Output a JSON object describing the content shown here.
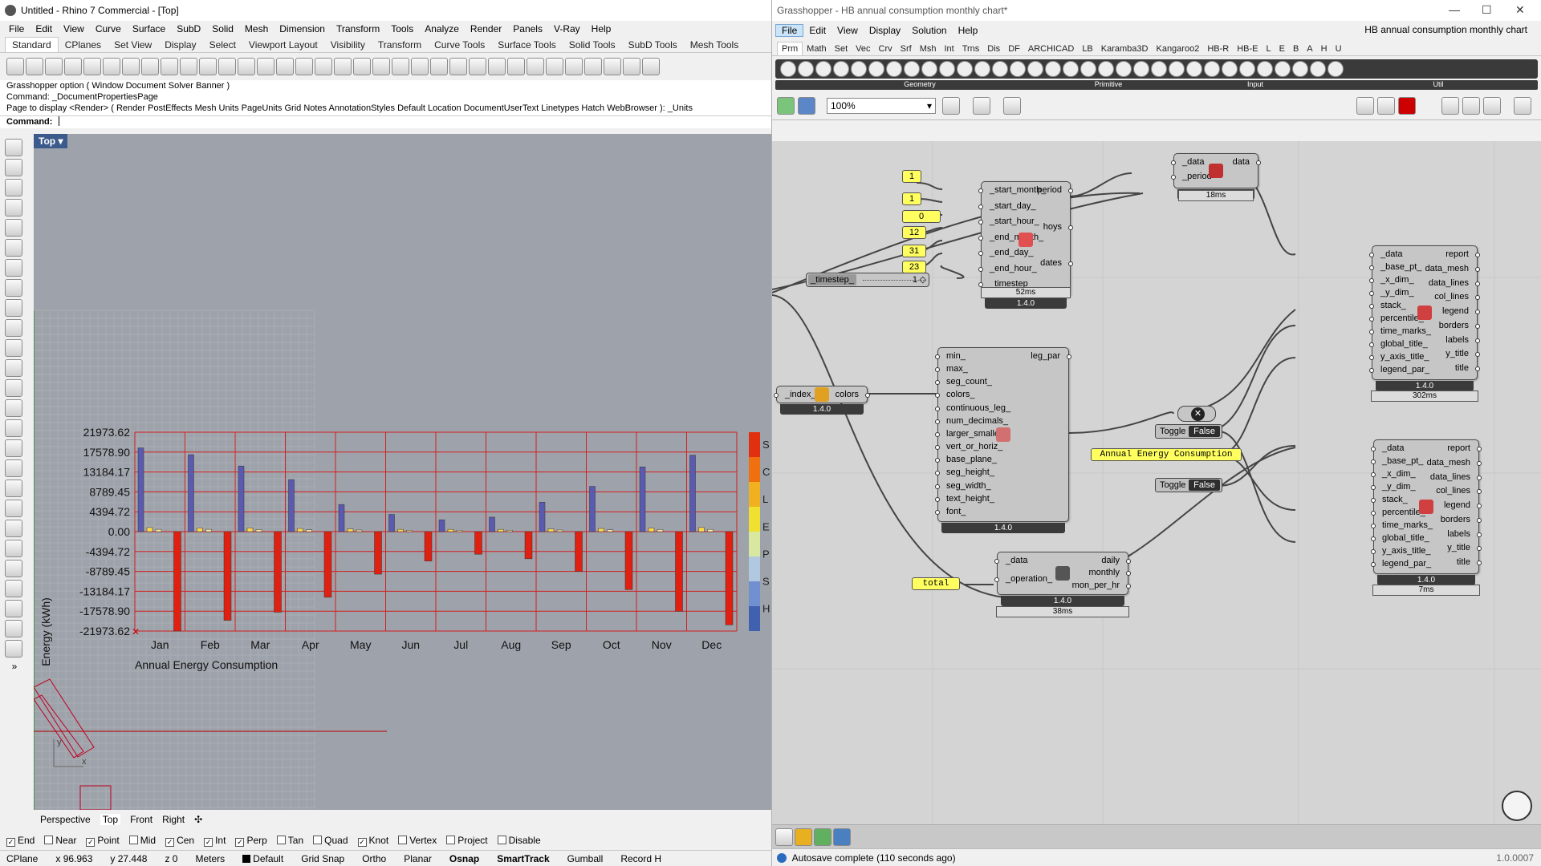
{
  "rhino": {
    "title": "Untitled - Rhino 7 Commercial - [Top]",
    "menus": [
      "File",
      "Edit",
      "View",
      "Curve",
      "Surface",
      "SubD",
      "Solid",
      "Mesh",
      "Dimension",
      "Transform",
      "Tools",
      "Analyze",
      "Render",
      "Panels",
      "V-Ray",
      "Help"
    ],
    "tabs": [
      "Standard",
      "CPlanes",
      "Set View",
      "Display",
      "Select",
      "Viewport Layout",
      "Visibility",
      "Transform",
      "Curve Tools",
      "Surface Tools",
      "Solid Tools",
      "SubD Tools",
      "Mesh Tools"
    ],
    "cmd_history": [
      "Grasshopper option ( Window  Document  Solver  Banner )",
      "Command: _DocumentPropertiesPage",
      "Page to display <Render> ( Render  PostEffects  Mesh  Units  PageUnits  Grid  Notes  AnnotationStyles  Default  Location  DocumentUserText  Linetypes  Hatch  WebBrowser ): _Units"
    ],
    "cmd_prompt": "Command:",
    "viewport_name": "Top",
    "viewport_tabs": [
      "Perspective",
      "Top",
      "Front",
      "Right"
    ],
    "osnaps": [
      {
        "label": "End",
        "checked": true
      },
      {
        "label": "Near",
        "checked": false
      },
      {
        "label": "Point",
        "checked": true
      },
      {
        "label": "Mid",
        "checked": false
      },
      {
        "label": "Cen",
        "checked": true
      },
      {
        "label": "Int",
        "checked": true
      },
      {
        "label": "Perp",
        "checked": true
      },
      {
        "label": "Tan",
        "checked": false
      },
      {
        "label": "Quad",
        "checked": false
      },
      {
        "label": "Knot",
        "checked": true
      },
      {
        "label": "Vertex",
        "checked": false
      },
      {
        "label": "Project",
        "checked": false
      },
      {
        "label": "Disable",
        "checked": false
      }
    ],
    "status": {
      "cplane": "CPlane",
      "x": "x 96.963",
      "y": "y 27.448",
      "z": "z 0",
      "units": "Meters",
      "layer": "Default",
      "grid_snap": "Grid Snap",
      "ortho": "Ortho",
      "planar": "Planar",
      "osnap": "Osnap",
      "smarttrack": "SmartTrack",
      "gumball": "Gumball",
      "record": "Record H"
    },
    "axis_x": "x",
    "axis_y": "y"
  },
  "chart_data": {
    "type": "bar",
    "title": "Annual Energy Consumption",
    "ylabel": "Energy (kWh)",
    "xlabel": "",
    "ylim": [
      -21973.62,
      21973.62
    ],
    "yticks": [
      "21973.62",
      "17578.90",
      "13184.17",
      "8789.45",
      "4394.72",
      "0.00",
      "-4394.72",
      "-8789.45",
      "-13184.17",
      "-17578.90",
      "-21973.62"
    ],
    "categories": [
      "Jan",
      "Feb",
      "Mar",
      "Apr",
      "May",
      "Jun",
      "Jul",
      "Aug",
      "Sep",
      "Oct",
      "Nov",
      "Dec"
    ],
    "series": [
      {
        "color": "#5a5ab0",
        "values": [
          18500,
          17000,
          14500,
          11500,
          6000,
          3800,
          2600,
          3200,
          6500,
          10000,
          14300,
          16900
        ]
      },
      {
        "color": "#ffd84a",
        "values": [
          900,
          800,
          800,
          700,
          600,
          500,
          500,
          500,
          600,
          700,
          800,
          900
        ]
      },
      {
        "color": "#ffeaa0",
        "values": [
          500,
          500,
          450,
          400,
          350,
          300,
          300,
          300,
          350,
          400,
          450,
          500
        ]
      },
      {
        "color": "#e02010",
        "values": [
          -21973,
          -19600,
          -17800,
          -14500,
          -9400,
          -6500,
          -5000,
          -6000,
          -8800,
          -12800,
          -17600,
          -20600
        ]
      }
    ],
    "legend_colors": [
      "#e03010",
      "#f07010",
      "#f0b020",
      "#f0e030",
      "#d8e8a0",
      "#b0c8e0",
      "#7090d0",
      "#4060b0"
    ],
    "legend_letters": [
      "S",
      "C",
      "L",
      "E",
      "P",
      "S",
      "H"
    ]
  },
  "gh": {
    "title": "Grasshopper - HB annual consumption monthly chart*",
    "doc_name": "HB annual consumption monthly chart",
    "menus": [
      "File",
      "Edit",
      "View",
      "Display",
      "Solution",
      "Help"
    ],
    "tabs": [
      "Prm",
      "Math",
      "Set",
      "Vec",
      "Crv",
      "Srf",
      "Msh",
      "Int",
      "Trns",
      "Dis",
      "DF",
      "ARCHICAD",
      "LB",
      "Karamba3D",
      "Kangaroo2",
      "HB-R",
      "HB-E",
      "L",
      "E",
      "B",
      "A",
      "H",
      "U"
    ],
    "groups": [
      "Geometry",
      "Primitive",
      "Input",
      "Util"
    ],
    "zoom": "100%",
    "autosave": "Autosave complete (110 seconds ago)",
    "version": "1.0.0007",
    "comp_version": "1.4.0",
    "analysis_period": {
      "inputs": [
        "_start_month_",
        "_start_day_",
        "_start_hour_",
        "_end_month_",
        "_end_day_",
        "_end_hour_",
        "_timestep_"
      ],
      "outputs": [
        "period",
        "hoys",
        "dates"
      ],
      "ms": "52ms"
    },
    "period_values": [
      "1",
      "1",
      "0",
      "12",
      "31",
      "23"
    ],
    "timestep_slider": {
      "label": "_timestep_",
      "value": "1"
    },
    "apply_period": {
      "inputs": [
        "_data",
        "_period"
      ],
      "outputs": [
        "data"
      ],
      "ms": "18ms"
    },
    "monthly_chart_1": {
      "inputs": [
        "_data",
        "_base_pt_",
        "_x_dim_",
        "_y_dim_",
        "stack_",
        "percentile_",
        "time_marks_",
        "global_title_",
        "y_axis_title_",
        "legend_par_"
      ],
      "outputs": [
        "report",
        "data_mesh",
        "data_lines",
        "col_lines",
        "legend",
        "borders",
        "labels",
        "y_title",
        "title"
      ],
      "ms": "302ms"
    },
    "monthly_chart_2": {
      "inputs": [
        "_data",
        "_base_pt_",
        "_x_dim_",
        "_y_dim_",
        "stack_",
        "percentile_",
        "time_marks_",
        "global_title_",
        "y_axis_title_",
        "legend_par_"
      ],
      "outputs": [
        "report",
        "data_mesh",
        "data_lines",
        "col_lines",
        "legend",
        "borders",
        "labels",
        "y_title",
        "title"
      ],
      "ms": "7ms"
    },
    "legend_par": {
      "inputs": [
        "min_",
        "max_",
        "seg_count_",
        "colors_",
        "continuous_leg_",
        "num_decimals_",
        "larger_smaller_",
        "vert_or_horiz_",
        "base_plane_",
        "seg_height_",
        "seg_width_",
        "text_height_",
        "font_"
      ],
      "outputs": [
        "leg_par"
      ]
    },
    "color_range": {
      "inputs": [
        "_index_"
      ],
      "outputs": [
        "colors"
      ]
    },
    "toggle_1": {
      "label": "Toggle",
      "value": "False"
    },
    "toggle_2": {
      "label": "Toggle",
      "value": "False"
    },
    "title_panel": "Annual Energy Consumption",
    "total_panel": "total",
    "timestep_comp": {
      "inputs": [
        "_data",
        "_operation_"
      ],
      "outputs": [
        "daily",
        "monthly",
        "mon_per_hr"
      ],
      "ms": "38ms"
    }
  }
}
